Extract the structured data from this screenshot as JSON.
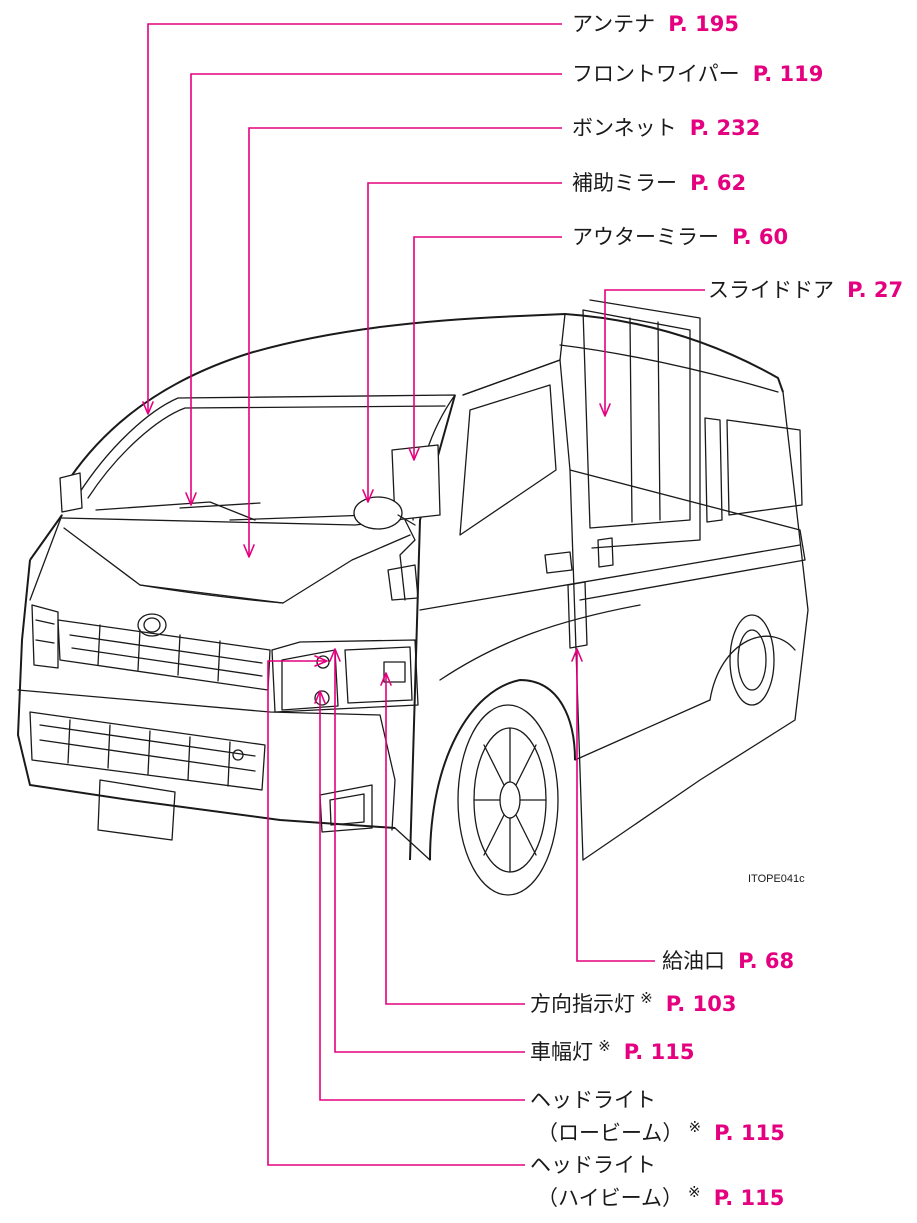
{
  "colors": {
    "accent": "#e4007f",
    "line_art": "#1a1a1a",
    "background": "#ffffff"
  },
  "image_code": "ITOPE041c",
  "callouts_top": [
    {
      "label": "アンテナ",
      "page": "P. 195"
    },
    {
      "label": "フロントワイパー",
      "page": "P. 119"
    },
    {
      "label": "ボンネット",
      "page": "P. 232"
    },
    {
      "label": "補助ミラー",
      "page": "P. 62"
    },
    {
      "label": "アウターミラー",
      "page": "P. 60"
    },
    {
      "label": "スライドドア",
      "page": "P. 27"
    }
  ],
  "callouts_bottom": [
    {
      "label": "給油口",
      "note": "",
      "page": "P. 68"
    },
    {
      "label": "方向指示灯",
      "note": "※",
      "page": "P. 103"
    },
    {
      "label": "車幅灯",
      "note": "※",
      "page": "P. 115"
    },
    {
      "label": "ヘッドライト",
      "sublabel": "（ロービーム）",
      "note": "※",
      "page": "P. 115"
    },
    {
      "label": "ヘッドライト",
      "sublabel": "（ハイビーム）",
      "note": "※",
      "page": "P. 115"
    }
  ]
}
